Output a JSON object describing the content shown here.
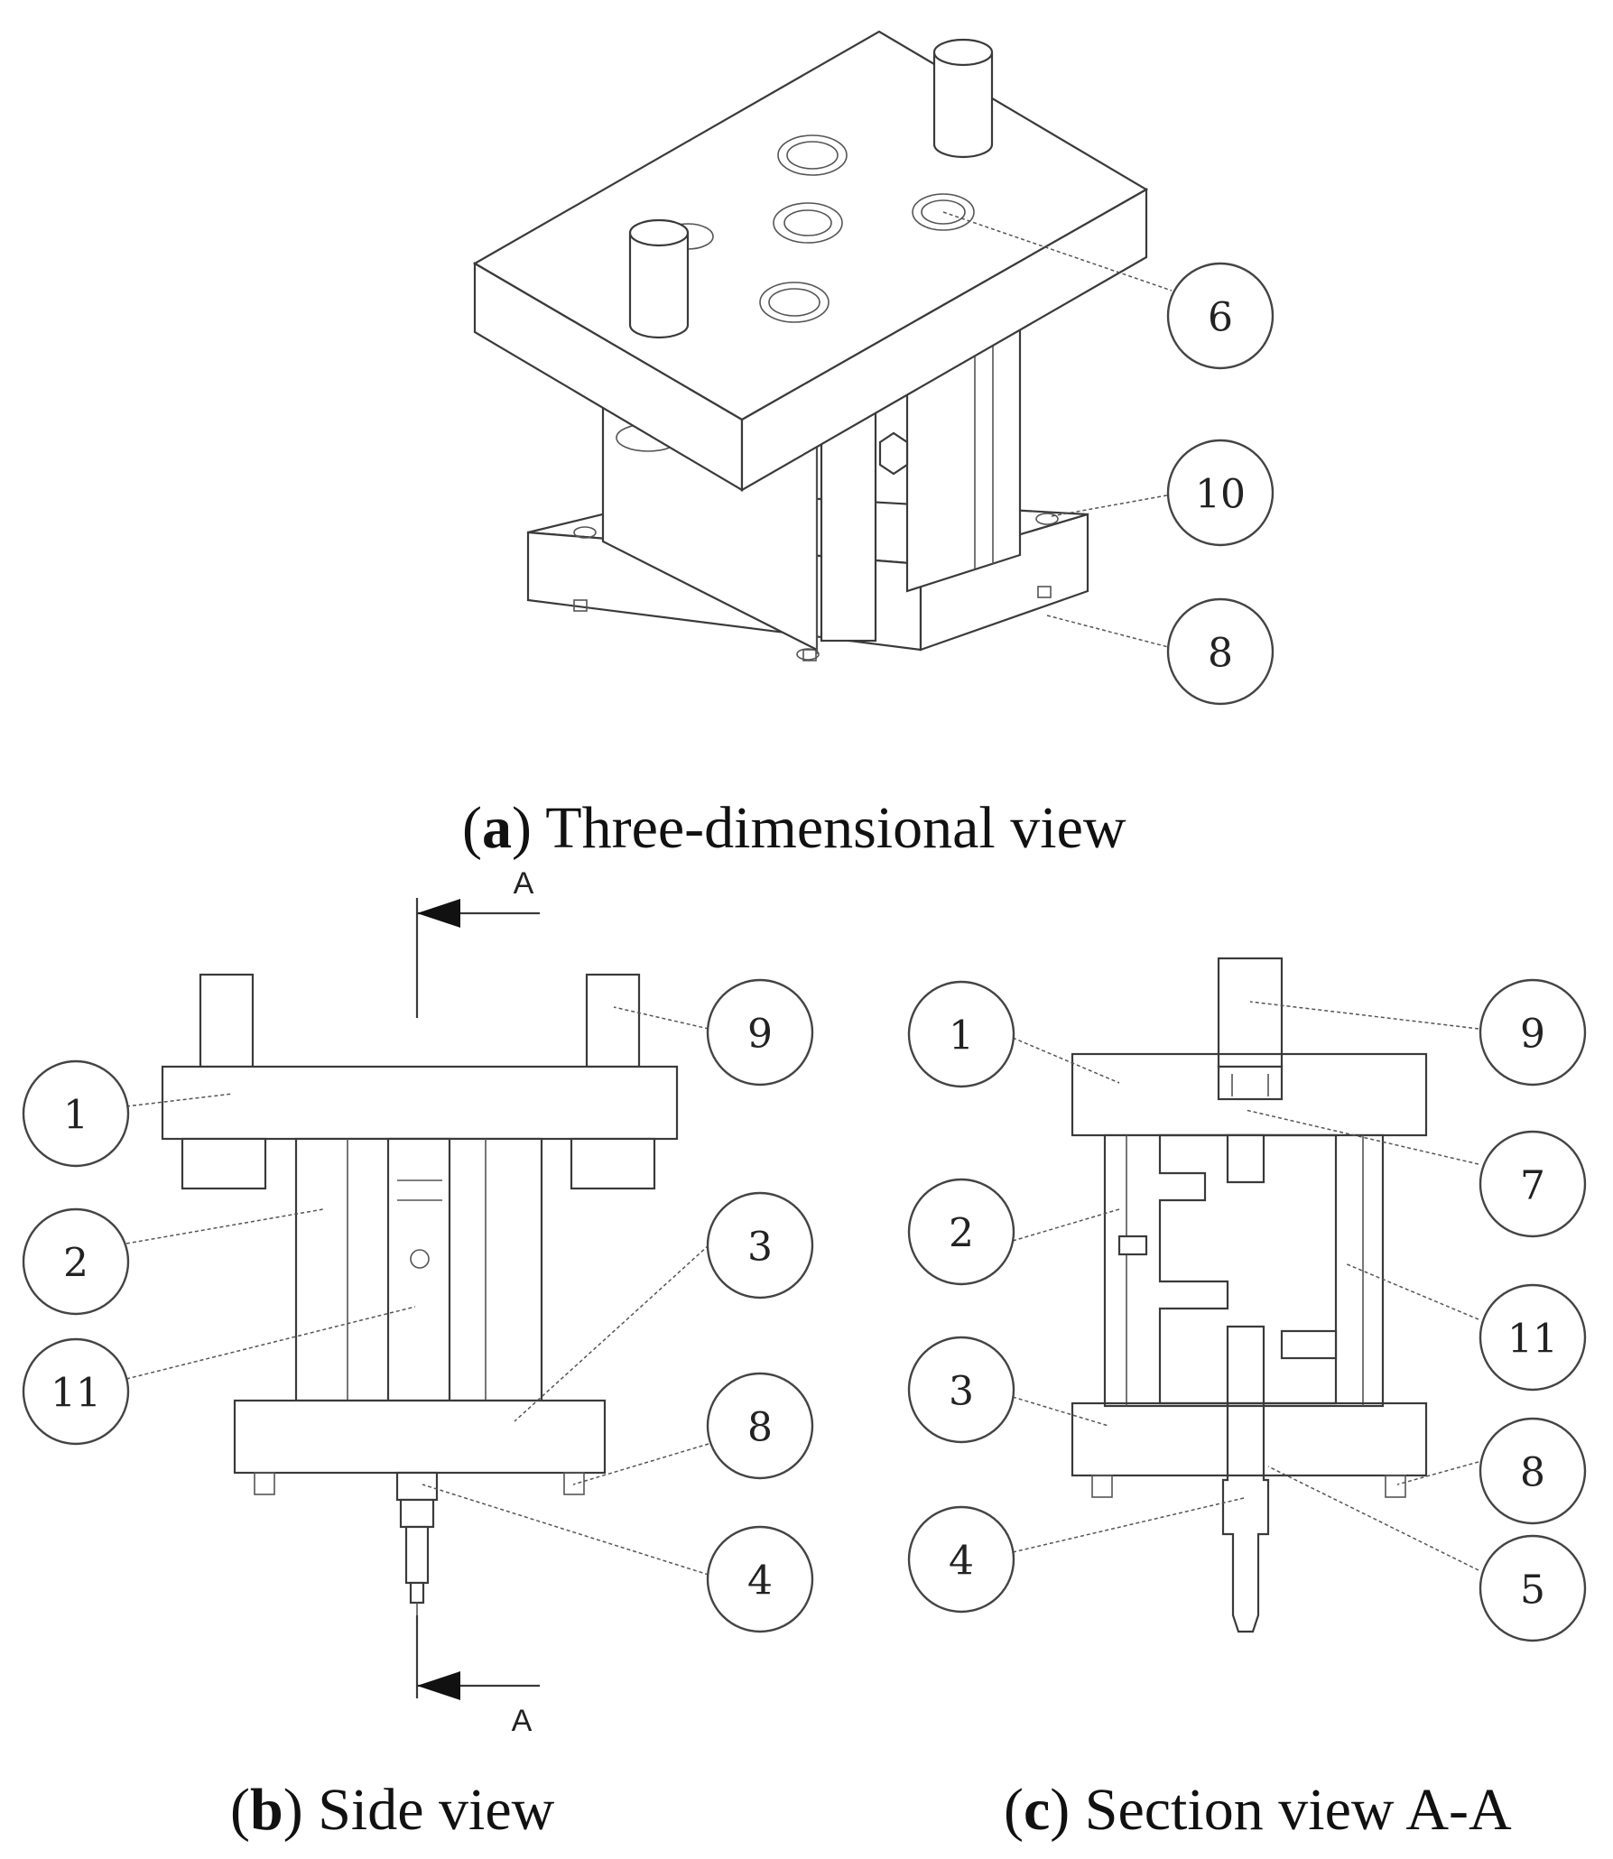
{
  "captions": {
    "a": {
      "letter": "a",
      "text": "Three-dimensional view"
    },
    "b": {
      "letter": "b",
      "text": "Side view"
    },
    "c": {
      "letter": "c",
      "text": "Section view A-A"
    }
  },
  "section_marker": {
    "top_label": "A",
    "bottom_label": "A"
  },
  "callouts_3d": [
    "6",
    "10",
    "8"
  ],
  "callouts_side": [
    "1",
    "2",
    "11",
    "9",
    "3",
    "8",
    "4"
  ],
  "callouts_section": [
    "1",
    "2",
    "3",
    "4",
    "9",
    "7",
    "11",
    "8",
    "5"
  ]
}
